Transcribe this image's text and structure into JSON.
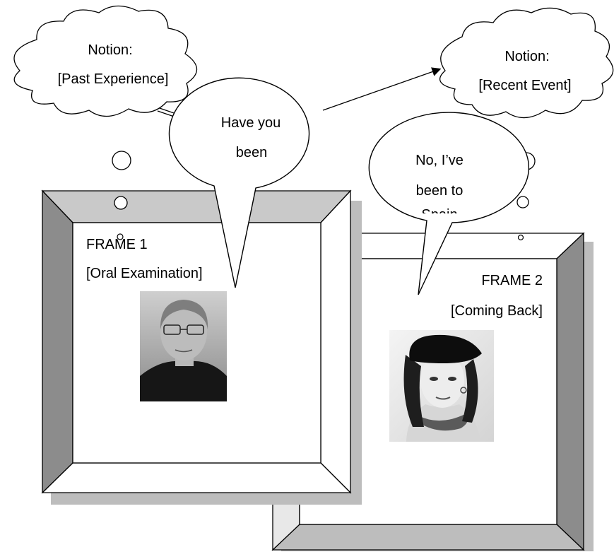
{
  "thought_left": {
    "line1": "Notion:",
    "line2": "[Past Experience]"
  },
  "thought_right": {
    "line1": "Notion:",
    "line2": "[Recent Event]"
  },
  "speech_left": {
    "line1": "Have you",
    "line2": "been"
  },
  "speech_right": {
    "line1": "No, I’ve",
    "line2": "been to",
    "line3": "Spain"
  },
  "frame1": {
    "title": "FRAME 1",
    "subtitle": "[Oral Examination]",
    "photo_icon": "older-man-portrait"
  },
  "frame2": {
    "title": "FRAME 2",
    "subtitle": "[Coming Back]",
    "photo_icon": "young-woman-portrait"
  }
}
